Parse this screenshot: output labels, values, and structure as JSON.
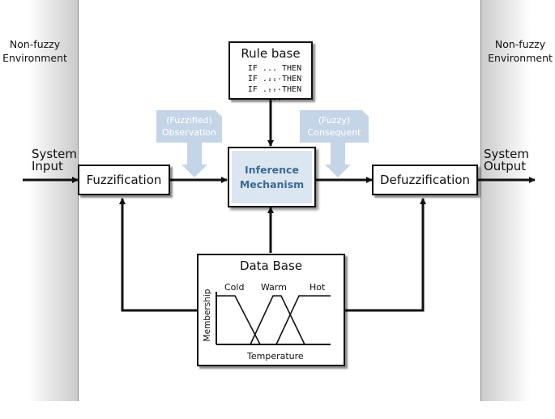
{
  "environment": {
    "left_label": [
      "Non-fuzzy",
      "Environment"
    ],
    "right_label": [
      "Non-fuzzy",
      "Environment"
    ]
  },
  "system_input": [
    "System",
    "Input"
  ],
  "system_output": [
    "System",
    "Output"
  ],
  "fuzzification": {
    "label": "Fuzzification"
  },
  "defuzzification": {
    "label": "Defuzzification"
  },
  "rule_base": {
    "title": "Rule base",
    "rules": [
      "IF ... THEN ...",
      "IF ... THEN ...",
      "IF ... THEN ..."
    ]
  },
  "inference": {
    "label": [
      "Inference",
      "Mechanism"
    ]
  },
  "callouts": {
    "observation": [
      "(Fuzzified)",
      "Observation"
    ],
    "consequent": [
      "(Fuzzy)",
      "Consequent"
    ]
  },
  "data_base": {
    "title": "Data Base",
    "membership_sets": [
      "Cold",
      "Warm",
      "Hot"
    ],
    "x_axis_label": "Temperature",
    "y_axis_label": "Membership"
  },
  "colors": {
    "callout_fill": "#c5d5e8",
    "inference_fill": "#dbe6f0",
    "inference_text": "#3c6a96"
  }
}
